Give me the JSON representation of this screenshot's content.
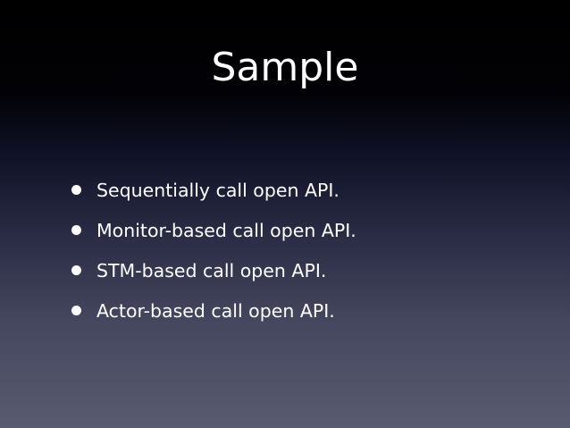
{
  "slide": {
    "title": "Sample",
    "bullets": [
      "Sequentially call open API.",
      "Monitor-based call open API.",
      "STM-based call open API.",
      "Actor-based call open API."
    ]
  }
}
